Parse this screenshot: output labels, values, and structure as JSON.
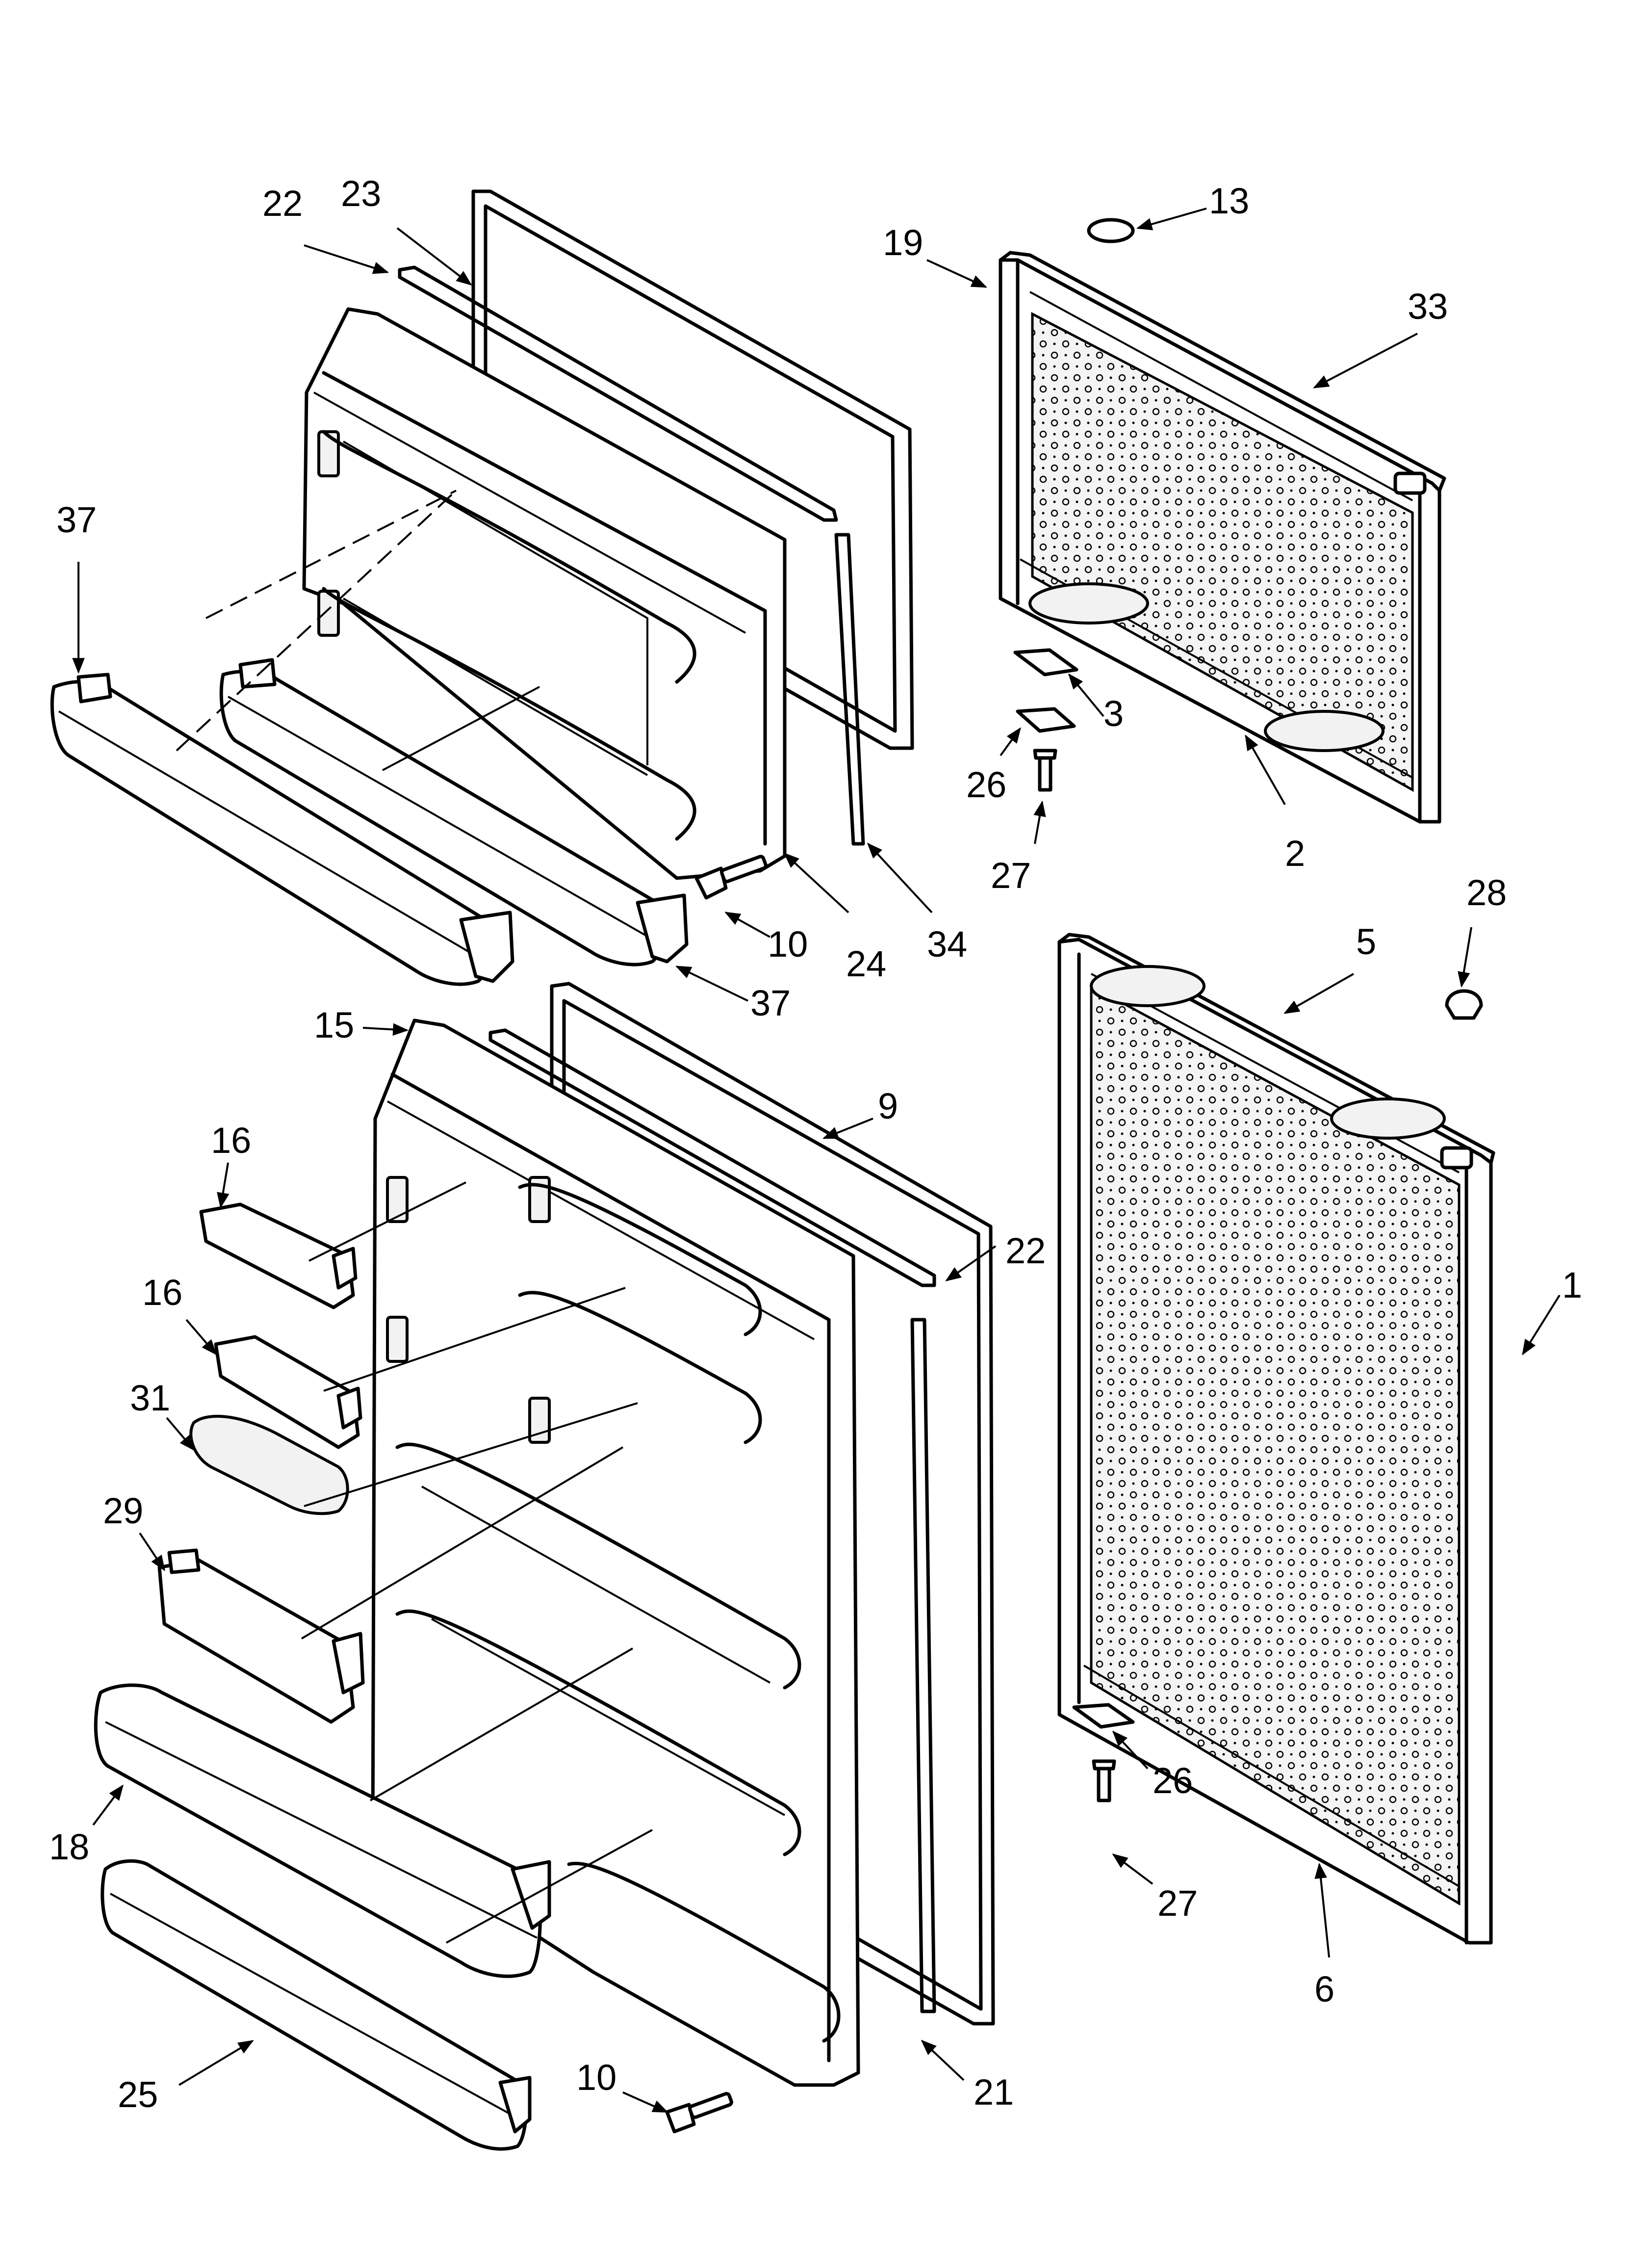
{
  "callouts": {
    "c13": "13",
    "c19": "19",
    "c33": "33",
    "c22a": "22",
    "c23": "23",
    "c37a": "37",
    "c3": "3",
    "c26a": "26",
    "c2": "2",
    "c27a": "27",
    "c10a": "10",
    "c24": "24",
    "c34": "34",
    "c37b": "37",
    "c28": "28",
    "c5": "5",
    "c15": "15",
    "c9": "9",
    "c16a": "16",
    "c22b": "22",
    "c1": "1",
    "c16b": "16",
    "c31": "31",
    "c29": "29",
    "c26b": "26",
    "c18": "18",
    "c27b": "27",
    "c6": "6",
    "c10b": "10",
    "c21": "21",
    "c25": "25"
  },
  "colors": {
    "line": "#000000",
    "background": "#ffffff",
    "panel_fill": "#f2f2f2"
  }
}
